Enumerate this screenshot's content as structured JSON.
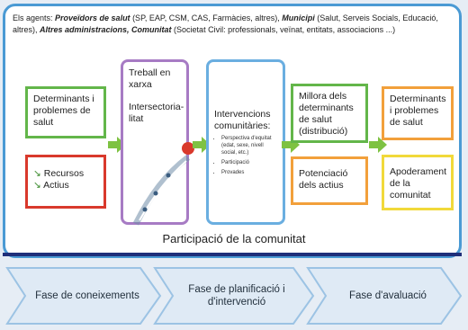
{
  "agents": {
    "prefix": "Els agents: ",
    "g1": "Proveïdors de salut",
    "t1": " (SP, EAP, CSM, CAS, Farmàcies, altres), ",
    "g2": "Municipi",
    "t2": " (Salut, Serveis Socials, Educació, altres), ",
    "g3": "Altres administracions, Comunitat",
    "t3": " (Societat Civil: professionals, veïnat, entitats, associacions ...)"
  },
  "boxes": {
    "determinants_left": "Determinants i problemes de salut",
    "recursos": "Recursos",
    "actius": "Actius",
    "treball": "Treball en xarxa",
    "intersectorialitat": "Intersectoria-litat",
    "intervencions_title": "Intervencions comunitàries:",
    "intervencions_items": [
      "Perspectiva d'equitat (edat, sexe, nivell social, etc.)",
      "Participació",
      "Provades"
    ],
    "millora": "Millora dels determinants de salut (distribució)",
    "potenciacio": "Potenciació dels actius",
    "determinants_right": "Determinants i problemes de salut",
    "apoderament": "Apoderament de la comunitat"
  },
  "participacio": "Participació de la comunitat",
  "phases": [
    "Fase de coneixements",
    "Fase de planificació i d'intervenció",
    "Fase d'avaluació"
  ],
  "colors": {
    "frame": "#4a9ad4",
    "green": "#63b64a",
    "red": "#d9392c",
    "orange": "#f2a03b",
    "yellow": "#f1d93a",
    "purple": "#a77bc4",
    "blue": "#6aaee0",
    "arrow": "#7ec242",
    "navy": "#1f2f7a"
  }
}
